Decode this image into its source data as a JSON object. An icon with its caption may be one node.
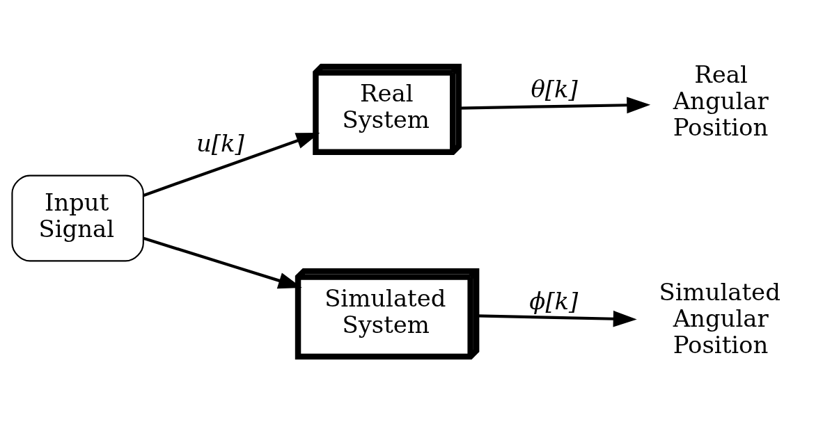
{
  "diagram": {
    "nodes": [
      {
        "text": [
          "Input Signal"
        ]
      },
      {
        "text": [
          "Real System"
        ]
      },
      {
        "text": [
          "Simulated System"
        ]
      },
      {
        "text": [
          "Real Angular Position"
        ]
      },
      {
        "text": [
          "Simulated Angular Position"
        ]
      }
    ],
    "edges": [
      {
        "from": 0,
        "to": 1,
        "arrow": "to",
        "label": "u[k]"
      },
      {
        "from": 0,
        "to": 2,
        "arrow": "to"
      },
      {
        "from": 1,
        "to": 3,
        "arrow": "to",
        "label": "θ[k]"
      },
      {
        "from": 2,
        "to": 4,
        "arrow": "to",
        "label": "ϕ[k]"
      }
    ]
  }
}
